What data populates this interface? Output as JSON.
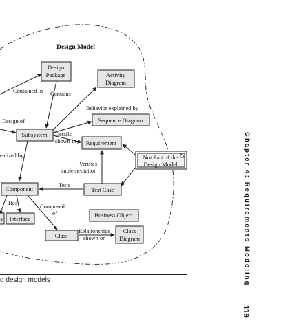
{
  "diagram": {
    "title": "Design Model",
    "nodes": {
      "design_package": [
        "Design",
        "Package"
      ],
      "activity_diagram": [
        "Activity",
        "Diagram"
      ],
      "subsystem": [
        "Subsystem"
      ],
      "sequence_diagram": [
        "Sequence Diagram"
      ],
      "requirement": [
        "Requirement"
      ],
      "not_part": [
        "Not Part of the",
        "Design Model"
      ],
      "component": [
        "Component"
      ],
      "test_case": [
        "Test Case"
      ],
      "interface": [
        "Interface"
      ],
      "business_object": [
        "Business Object"
      ],
      "class": [
        "Class"
      ],
      "class_diagram": [
        "Class",
        "Diagram"
      ],
      "left_partial": [
        "s"
      ]
    },
    "edge_labels": {
      "contained_in": [
        "Contained in"
      ],
      "contains": [
        "Contains"
      ],
      "behavior_explained_by": [
        "Behavior explained by"
      ],
      "design_of": [
        "Design of"
      ],
      "details_shown_in": [
        "Details",
        "shown in"
      ],
      "realized_by": [
        "ealized by"
      ],
      "verifies_implementation": [
        "Verifies",
        "implementation"
      ],
      "tests": [
        "Tests"
      ],
      "has": [
        "Has"
      ],
      "composed_of": [
        "Composed",
        "of"
      ],
      "relationships_shown_on": [
        "Relationships",
        "shown on"
      ]
    }
  },
  "caption": "d design models",
  "side_header": "Chapter 4:   Requirements Modeling",
  "page_number": "119"
}
